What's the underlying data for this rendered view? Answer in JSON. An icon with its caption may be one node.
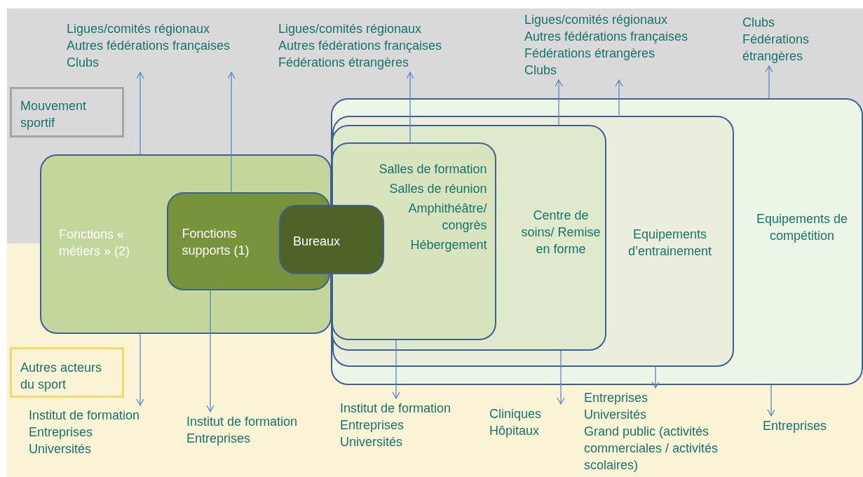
{
  "diagram": {
    "nodes": [
      {
        "text": [
          "Ligues/comités régionaux",
          "Autres fédérations françaises",
          "Clubs"
        ]
      },
      {
        "text": [
          "Ligues/comités régionaux",
          "Autres fédérations françaises",
          "Fédérations étrangères"
        ]
      },
      {
        "text": [
          "Ligues/comités régionaux",
          "Autres fédérations françaises",
          "Fédérations étrangères",
          "Clubs"
        ]
      },
      {
        "text": [
          "Clubs",
          "Fédérations étrangères"
        ]
      },
      {
        "text": [
          "Mouvement sportif"
        ]
      },
      {
        "text": [
          "Fonctions « métiers » (2)"
        ]
      },
      {
        "text": [
          "Fonctions supports (1)"
        ],
        "in": 5
      },
      {
        "text": [
          "Bureaux"
        ]
      },
      {
        "text": [
          "Equipements de compétition"
        ]
      },
      {
        "text": [
          "Equipements d’entrainement"
        ],
        "in": 8
      },
      {
        "text": [
          "Centre de soins/ Remise en forme"
        ],
        "in": 9
      },
      {
        "text": [
          "Salles de formation",
          "Salles de réunion",
          "Amphithéâtre/ congrès",
          "Hébergement"
        ],
        "in": 10
      },
      {
        "text": [
          "Autres acteurs du sport"
        ]
      },
      {
        "text": [
          "Institut de formation",
          "Entreprises",
          "Universités"
        ]
      },
      {
        "text": [
          "Institut de formation",
          "Entreprises"
        ]
      },
      {
        "text": [
          "Institut de formation",
          "Entreprises",
          "Universités"
        ]
      },
      {
        "text": [
          "Cliniques",
          "Hôpitaux"
        ]
      },
      {
        "text": [
          "Entreprises",
          "Universités",
          "Grand public (activités commerciales / activités scolaires)"
        ]
      },
      {
        "text": [
          "Entreprises"
        ]
      }
    ],
    "edges": [
      {
        "from": 5,
        "to": 0,
        "arrow": "to"
      },
      {
        "from": 6,
        "to": 0,
        "arrow": "to"
      },
      {
        "from": 5,
        "to": 13,
        "arrow": "to"
      },
      {
        "from": 6,
        "to": 14,
        "arrow": "to"
      },
      {
        "from": 11,
        "to": 1,
        "arrow": "to"
      },
      {
        "from": 11,
        "to": 15,
        "arrow": "to"
      },
      {
        "from": 10,
        "to": 2,
        "arrow": "to"
      },
      {
        "from": 10,
        "to": 16,
        "arrow": "to"
      },
      {
        "from": 9,
        "to": 2,
        "arrow": "to"
      },
      {
        "from": 9,
        "to": 17,
        "arrow": "to"
      },
      {
        "from": 8,
        "to": 3,
        "arrow": "to"
      },
      {
        "from": 8,
        "to": 18,
        "arrow": "to"
      }
    ]
  }
}
